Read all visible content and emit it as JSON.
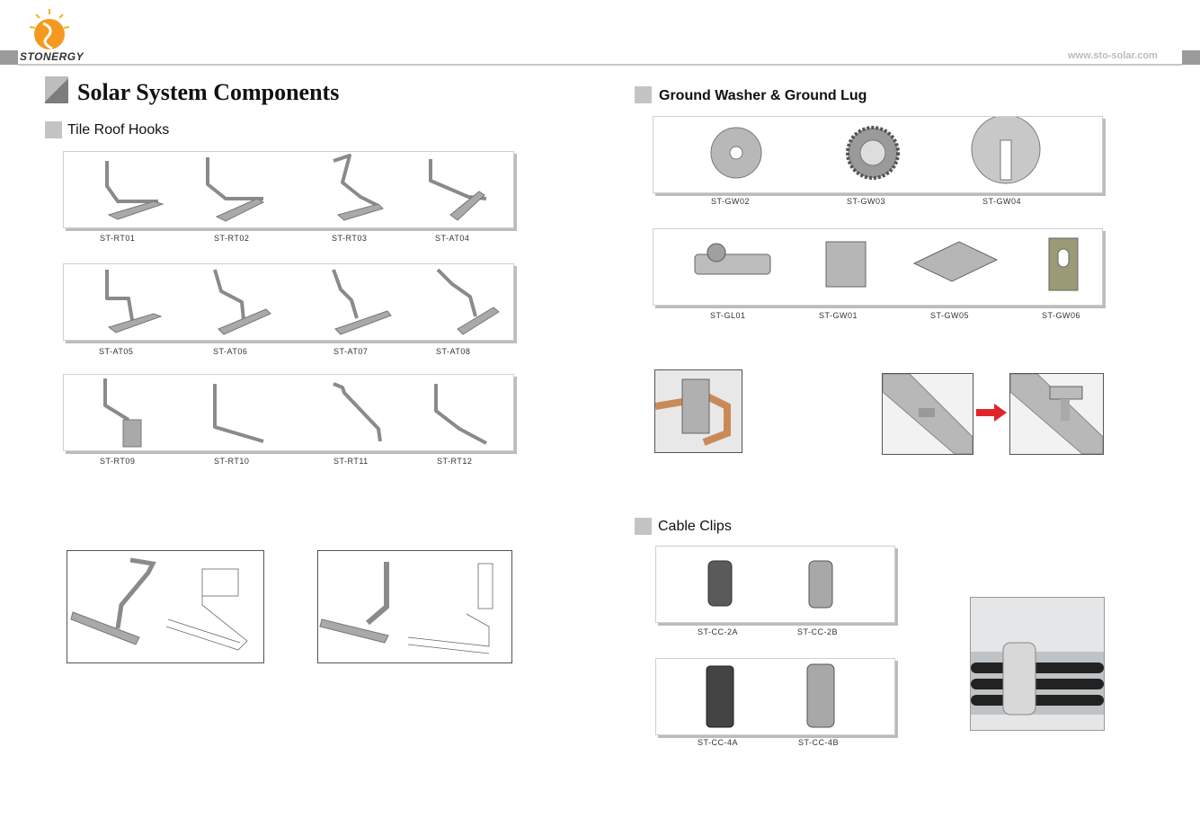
{
  "header": {
    "brand": "STONERGY",
    "website": "www.sto-solar.com"
  },
  "title": "Solar System Components",
  "sections": {
    "tile_roof_hooks": {
      "heading": "Tile Roof Hooks",
      "rows": [
        [
          "ST-RT01",
          "ST-RT02",
          "ST-RT03",
          "ST-AT04"
        ],
        [
          "ST-AT05",
          "ST-AT06",
          "ST-AT07",
          "ST-AT08"
        ],
        [
          "ST-RT09",
          "ST-RT10",
          "ST-RT11",
          "ST-RT12"
        ]
      ]
    },
    "ground": {
      "heading": "Ground Washer & Ground Lug",
      "row1": [
        "ST-GW02",
        "ST-GW03",
        "ST-GW04"
      ],
      "row2": [
        "ST-GL01",
        "ST-GW01",
        "ST-GW05",
        "ST-GW06"
      ]
    },
    "cable_clips": {
      "heading": "Cable Clips",
      "row1": [
        "ST-CC-2A",
        "ST-CC-2B"
      ],
      "row2": [
        "ST-CC-4A",
        "ST-CC-4B"
      ]
    }
  },
  "colors": {
    "accent_gray": "#c4c4c4",
    "arrow_red": "#e0242a",
    "logo_orange": "#f39a1e"
  }
}
